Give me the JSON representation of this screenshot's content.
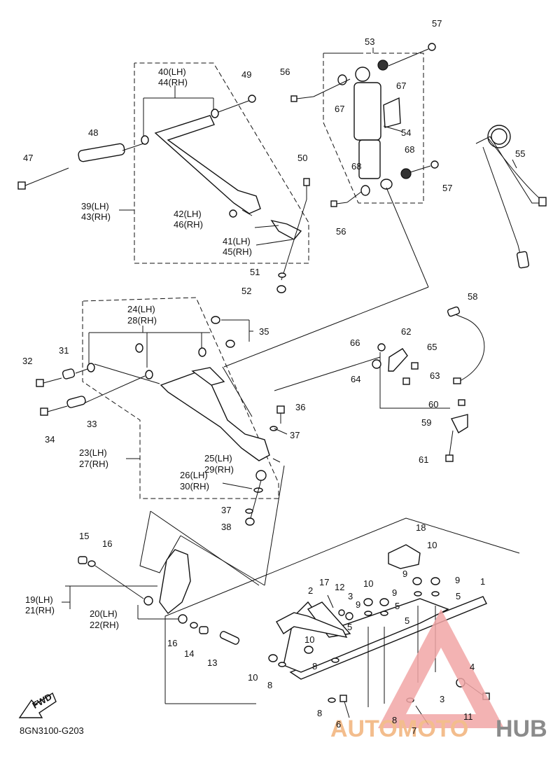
{
  "diagram": {
    "code": "8GN3100-G203",
    "fwd_label": "FWD",
    "watermark": {
      "part1": "AUTO",
      "part2": "MOTO",
      "part3": "HUB"
    },
    "labels": [
      {
        "id": "l57a",
        "text": "57"
      },
      {
        "id": "l53",
        "text": "53"
      },
      {
        "id": "l56a",
        "text": "56"
      },
      {
        "id": "l67a",
        "text": "67"
      },
      {
        "id": "l67b",
        "text": "67"
      },
      {
        "id": "l54",
        "text": "54"
      },
      {
        "id": "l68a",
        "text": "68"
      },
      {
        "id": "l68b",
        "text": "68"
      },
      {
        "id": "l57b",
        "text": "57"
      },
      {
        "id": "l56b",
        "text": "56"
      },
      {
        "id": "l55",
        "text": "55"
      },
      {
        "id": "l40",
        "text": "40(LH)"
      },
      {
        "id": "l44",
        "text": "44(RH)"
      },
      {
        "id": "l49",
        "text": "49"
      },
      {
        "id": "l48",
        "text": "48"
      },
      {
        "id": "l47",
        "text": "47"
      },
      {
        "id": "l50",
        "text": "50"
      },
      {
        "id": "l39",
        "text": "39(LH)"
      },
      {
        "id": "l43",
        "text": "43(RH)"
      },
      {
        "id": "l42",
        "text": "42(LH)"
      },
      {
        "id": "l46",
        "text": "46(RH)"
      },
      {
        "id": "l41",
        "text": "41(LH)"
      },
      {
        "id": "l45",
        "text": "45(RH)"
      },
      {
        "id": "l51",
        "text": "51"
      },
      {
        "id": "l52",
        "text": "52"
      },
      {
        "id": "l24",
        "text": "24(LH)"
      },
      {
        "id": "l28",
        "text": "28(RH)"
      },
      {
        "id": "l35",
        "text": "35"
      },
      {
        "id": "l31",
        "text": "31"
      },
      {
        "id": "l32",
        "text": "32"
      },
      {
        "id": "l33",
        "text": "33"
      },
      {
        "id": "l34",
        "text": "34"
      },
      {
        "id": "l36",
        "text": "36"
      },
      {
        "id": "l37a",
        "text": "37"
      },
      {
        "id": "l23",
        "text": "23(LH)"
      },
      {
        "id": "l27",
        "text": "27(RH)"
      },
      {
        "id": "l25",
        "text": "25(LH)"
      },
      {
        "id": "l29",
        "text": "29(RH)"
      },
      {
        "id": "l26",
        "text": "26(LH)"
      },
      {
        "id": "l30",
        "text": "30(RH)"
      },
      {
        "id": "l37b",
        "text": "37"
      },
      {
        "id": "l38",
        "text": "38"
      },
      {
        "id": "l58",
        "text": "58"
      },
      {
        "id": "l62",
        "text": "62"
      },
      {
        "id": "l66",
        "text": "66"
      },
      {
        "id": "l65",
        "text": "65"
      },
      {
        "id": "l64",
        "text": "64"
      },
      {
        "id": "l63",
        "text": "63"
      },
      {
        "id": "l60",
        "text": "60"
      },
      {
        "id": "l59",
        "text": "59"
      },
      {
        "id": "l61",
        "text": "61"
      },
      {
        "id": "l15",
        "text": "15"
      },
      {
        "id": "l16a",
        "text": "16"
      },
      {
        "id": "l19",
        "text": "19(LH)"
      },
      {
        "id": "l21",
        "text": "21(RH)"
      },
      {
        "id": "l20",
        "text": "20(LH)"
      },
      {
        "id": "l22",
        "text": "22(RH)"
      },
      {
        "id": "l16b",
        "text": "16"
      },
      {
        "id": "l14",
        "text": "14"
      },
      {
        "id": "l13",
        "text": "13"
      },
      {
        "id": "l18",
        "text": "18"
      },
      {
        "id": "l10a",
        "text": "10"
      },
      {
        "id": "l9a",
        "text": "9"
      },
      {
        "id": "l9b",
        "text": "9"
      },
      {
        "id": "l5a",
        "text": "5"
      },
      {
        "id": "l1",
        "text": "1"
      },
      {
        "id": "l17",
        "text": "17"
      },
      {
        "id": "l12",
        "text": "12"
      },
      {
        "id": "l10b",
        "text": "10"
      },
      {
        "id": "l2",
        "text": "2"
      },
      {
        "id": "l3a",
        "text": "3"
      },
      {
        "id": "l9c",
        "text": "9"
      },
      {
        "id": "l9d",
        "text": "9"
      },
      {
        "id": "l5b",
        "text": "5"
      },
      {
        "id": "l5c",
        "text": "5"
      },
      {
        "id": "l5d",
        "text": "5"
      },
      {
        "id": "l10c",
        "text": "10"
      },
      {
        "id": "l8a",
        "text": "8"
      },
      {
        "id": "l10d",
        "text": "10"
      },
      {
        "id": "l8b",
        "text": "8"
      },
      {
        "id": "l4",
        "text": "4"
      },
      {
        "id": "l3b",
        "text": "3"
      },
      {
        "id": "l8c",
        "text": "8"
      },
      {
        "id": "l6",
        "text": "6"
      },
      {
        "id": "l8d",
        "text": "8"
      },
      {
        "id": "l7",
        "text": "7"
      },
      {
        "id": "l11",
        "text": "11"
      }
    ]
  }
}
